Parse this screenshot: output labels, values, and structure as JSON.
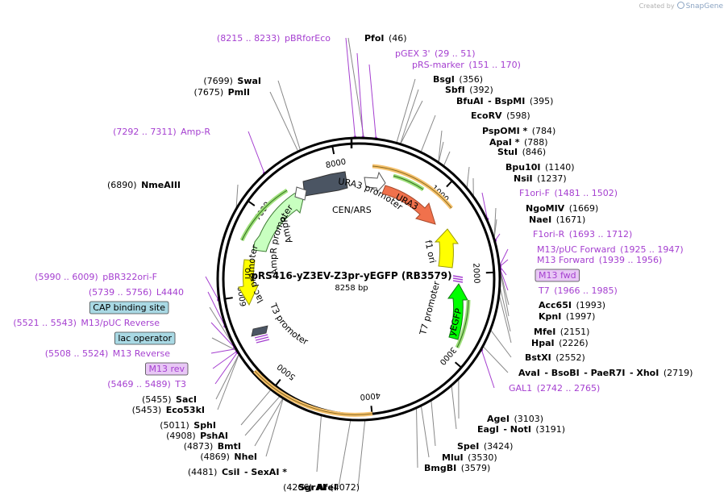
{
  "credit": {
    "prefix": "Created by",
    "brand": "SnapGene"
  },
  "plasmid": {
    "name": "pRS416-yZ3EV-Z3pr-yEGFP (RB3579)",
    "length_label": "8258 bp",
    "length": 8258
  },
  "ticks": [
    "1000",
    "2000",
    "3000",
    "4000",
    "5000",
    "6000",
    "7000",
    "8000"
  ],
  "features": [
    {
      "id": "ura3-promoter",
      "label": "URA3 promoter",
      "color": "#ffffff"
    },
    {
      "id": "ura3",
      "label": "URA3",
      "color": "#f0714c"
    },
    {
      "id": "f1-ori",
      "label": "f1 ori",
      "color": "#ffff00"
    },
    {
      "id": "t7-promoter",
      "label": "T7 promoter",
      "color": "#ffffff"
    },
    {
      "id": "yegfp",
      "label": "yEGFP",
      "color": "#00ff00"
    },
    {
      "id": "cen-ars",
      "label": "CEN/ARS",
      "color": "#4b5563"
    },
    {
      "id": "ampr-promoter",
      "label": "AmpR promoter",
      "color": "#ffffff"
    },
    {
      "id": "ampr",
      "label": "AmpR",
      "color": "#c8ffc0"
    },
    {
      "id": "ori",
      "label": "ori",
      "color": "#ffff00"
    },
    {
      "id": "t3-promoter",
      "label": "T3 promoter",
      "color": "#ffffff"
    },
    {
      "id": "lac-promoter",
      "label": "lac promoter",
      "color": "#ffffff"
    }
  ],
  "right_labels": [
    {
      "id": "pfoi",
      "parts": [
        [
          "n",
          "PfoI"
        ],
        [
          "p",
          "(46)"
        ]
      ]
    },
    {
      "id": "pgex3",
      "parts": [
        [
          "m",
          "pGEX 3'"
        ],
        [
          "m",
          "(29 .. 51)"
        ]
      ]
    },
    {
      "id": "prs-marker",
      "parts": [
        [
          "m",
          "pRS-marker"
        ],
        [
          "m",
          "(151 .. 170)"
        ]
      ]
    },
    {
      "id": "bsgi",
      "parts": [
        [
          "n",
          "BsgI"
        ],
        [
          "p",
          "(356)"
        ]
      ]
    },
    {
      "id": "sbfi",
      "parts": [
        [
          "n",
          "SbfI"
        ],
        [
          "p",
          "(392)"
        ]
      ]
    },
    {
      "id": "bfuai",
      "parts": [
        [
          "n",
          "BfuAI"
        ],
        [
          "n",
          "- BspMI"
        ],
        [
          "p",
          "(395)"
        ]
      ]
    },
    {
      "id": "ecorv",
      "parts": [
        [
          "n",
          "EcoRV"
        ],
        [
          "p",
          "(598)"
        ]
      ]
    },
    {
      "id": "pspomi",
      "parts": [
        [
          "n",
          "PspOMI *"
        ],
        [
          "p",
          "(784)"
        ]
      ]
    },
    {
      "id": "apai",
      "parts": [
        [
          "n",
          "ApaI *"
        ],
        [
          "p",
          "(788)"
        ]
      ]
    },
    {
      "id": "stui",
      "parts": [
        [
          "n",
          "StuI"
        ],
        [
          "p",
          "(846)"
        ]
      ]
    },
    {
      "id": "bpu10i",
      "parts": [
        [
          "n",
          "Bpu10I"
        ],
        [
          "p",
          "(1140)"
        ]
      ]
    },
    {
      "id": "nsii",
      "parts": [
        [
          "n",
          "NsiI"
        ],
        [
          "p",
          "(1237)"
        ]
      ]
    },
    {
      "id": "f1ori-f",
      "parts": [
        [
          "m",
          "F1ori-F"
        ],
        [
          "m",
          "(1481 .. 1502)"
        ]
      ]
    },
    {
      "id": "ngomiv",
      "parts": [
        [
          "n",
          "NgoMIV"
        ],
        [
          "p",
          "(1669)"
        ]
      ]
    },
    {
      "id": "naei",
      "parts": [
        [
          "n",
          "NaeI"
        ],
        [
          "p",
          "(1671)"
        ]
      ]
    },
    {
      "id": "f1ori-r",
      "parts": [
        [
          "m",
          "F1ori-R"
        ],
        [
          "m",
          "(1693 .. 1712)"
        ]
      ]
    },
    {
      "id": "m13puc-fwd",
      "parts": [
        [
          "m",
          "M13/pUC Forward"
        ],
        [
          "m",
          "(1925 .. 1947)"
        ]
      ]
    },
    {
      "id": "m13-forward",
      "parts": [
        [
          "m",
          "M13 Forward"
        ],
        [
          "m",
          "(1939 .. 1956)"
        ]
      ]
    },
    {
      "id": "m13-fwd",
      "parts": [
        [
          "b",
          "M13 fwd"
        ]
      ]
    },
    {
      "id": "t7",
      "parts": [
        [
          "m",
          "T7"
        ],
        [
          "m",
          "(1966 .. 1985)"
        ]
      ]
    },
    {
      "id": "acc65i",
      "parts": [
        [
          "n",
          "Acc65I"
        ],
        [
          "p",
          "(1993)"
        ]
      ]
    },
    {
      "id": "kpni",
      "parts": [
        [
          "n",
          "KpnI"
        ],
        [
          "p",
          "(1997)"
        ]
      ]
    },
    {
      "id": "mfei",
      "parts": [
        [
          "n",
          "MfeI"
        ],
        [
          "p",
          "(2151)"
        ]
      ]
    },
    {
      "id": "hpai",
      "parts": [
        [
          "n",
          "HpaI"
        ],
        [
          "p",
          "(2226)"
        ]
      ]
    },
    {
      "id": "bstxi",
      "parts": [
        [
          "n",
          "BstXI"
        ],
        [
          "p",
          "(2552)"
        ]
      ]
    },
    {
      "id": "avai",
      "parts": [
        [
          "n",
          "AvaI"
        ],
        [
          "n",
          "- BsoBI"
        ],
        [
          "n",
          "- PaeR7I"
        ],
        [
          "n",
          "- XhoI"
        ],
        [
          "p",
          "(2719)"
        ]
      ]
    },
    {
      "id": "gal1",
      "parts": [
        [
          "m",
          "GAL1"
        ],
        [
          "m",
          "(2742 .. 2765)"
        ]
      ]
    },
    {
      "id": "agei",
      "parts": [
        [
          "n",
          "AgeI"
        ],
        [
          "p",
          "(3103)"
        ]
      ]
    },
    {
      "id": "eagi",
      "parts": [
        [
          "n",
          "EagI"
        ],
        [
          "n",
          "- NotI"
        ],
        [
          "p",
          "(3191)"
        ]
      ]
    },
    {
      "id": "spei",
      "parts": [
        [
          "n",
          "SpeI"
        ],
        [
          "p",
          "(3424)"
        ]
      ]
    },
    {
      "id": "mlui",
      "parts": [
        [
          "n",
          "MluI"
        ],
        [
          "p",
          "(3530)"
        ]
      ]
    },
    {
      "id": "bmgbi",
      "parts": [
        [
          "n",
          "BmgBI"
        ],
        [
          "p",
          "(3579)"
        ]
      ]
    }
  ],
  "left_labels": [
    {
      "id": "sgrai",
      "parts": [
        [
          "n",
          "SgrAI"
        ],
        [
          "p",
          "(4072)"
        ]
      ]
    },
    {
      "id": "afei",
      "parts": [
        [
          "p",
          "(4206)"
        ],
        [
          "n",
          "AfeI"
        ]
      ]
    },
    {
      "id": "csii",
      "parts": [
        [
          "p",
          "(4481)"
        ],
        [
          "n",
          "CsiI"
        ],
        [
          "n",
          "- SexAI *"
        ]
      ]
    },
    {
      "id": "nhei",
      "parts": [
        [
          "p",
          "(4869)"
        ],
        [
          "n",
          "NheI"
        ]
      ]
    },
    {
      "id": "bmti",
      "parts": [
        [
          "p",
          "(4873)"
        ],
        [
          "n",
          "BmtI"
        ]
      ]
    },
    {
      "id": "pshai",
      "parts": [
        [
          "p",
          "(4908)"
        ],
        [
          "n",
          "PshAI"
        ]
      ]
    },
    {
      "id": "sphi",
      "parts": [
        [
          "p",
          "(5011)"
        ],
        [
          "n",
          "SphI"
        ]
      ]
    },
    {
      "id": "eco53ki",
      "parts": [
        [
          "p",
          "(5453)"
        ],
        [
          "n",
          "Eco53kI"
        ]
      ]
    },
    {
      "id": "saci",
      "parts": [
        [
          "p",
          "(5455)"
        ],
        [
          "n",
          "SacI"
        ]
      ]
    },
    {
      "id": "t3",
      "parts": [
        [
          "m",
          "(5469 .. 5489)"
        ],
        [
          "m",
          "T3"
        ]
      ]
    },
    {
      "id": "m13-rev",
      "parts": [
        [
          "b",
          "M13 rev"
        ]
      ]
    },
    {
      "id": "m13-reverse",
      "parts": [
        [
          "m",
          "(5508 .. 5524)"
        ],
        [
          "m",
          "M13 Reverse"
        ]
      ]
    },
    {
      "id": "lac-operator",
      "parts": [
        [
          "c",
          "lac operator"
        ]
      ]
    },
    {
      "id": "m13puc-reverse",
      "parts": [
        [
          "m",
          "(5521 .. 5543)"
        ],
        [
          "m",
          "M13/pUC Reverse"
        ]
      ]
    },
    {
      "id": "cap-binding-site",
      "parts": [
        [
          "c",
          "CAP binding site"
        ]
      ]
    },
    {
      "id": "l4440",
      "parts": [
        [
          "m",
          "(5739 .. 5756)"
        ],
        [
          "m",
          "L4440"
        ]
      ]
    },
    {
      "id": "pbr322ori-f",
      "parts": [
        [
          "m",
          "(5990 .. 6009)"
        ],
        [
          "m",
          "pBR322ori-F"
        ]
      ]
    },
    {
      "id": "nmeaiii",
      "parts": [
        [
          "p",
          "(6890)"
        ],
        [
          "n",
          "NmeAIII"
        ]
      ]
    },
    {
      "id": "amp-r",
      "parts": [
        [
          "m",
          "(7292 .. 7311)"
        ],
        [
          "m",
          "Amp-R"
        ]
      ]
    },
    {
      "id": "pmli",
      "parts": [
        [
          "p",
          "(7675)"
        ],
        [
          "n",
          "PmlI"
        ]
      ]
    },
    {
      "id": "swai",
      "parts": [
        [
          "p",
          "(7699)"
        ],
        [
          "n",
          "SwaI"
        ]
      ]
    },
    {
      "id": "pbrforeco",
      "parts": [
        [
          "m",
          "(8215 .. 8233)"
        ],
        [
          "m",
          "pBRforEco"
        ]
      ]
    }
  ]
}
